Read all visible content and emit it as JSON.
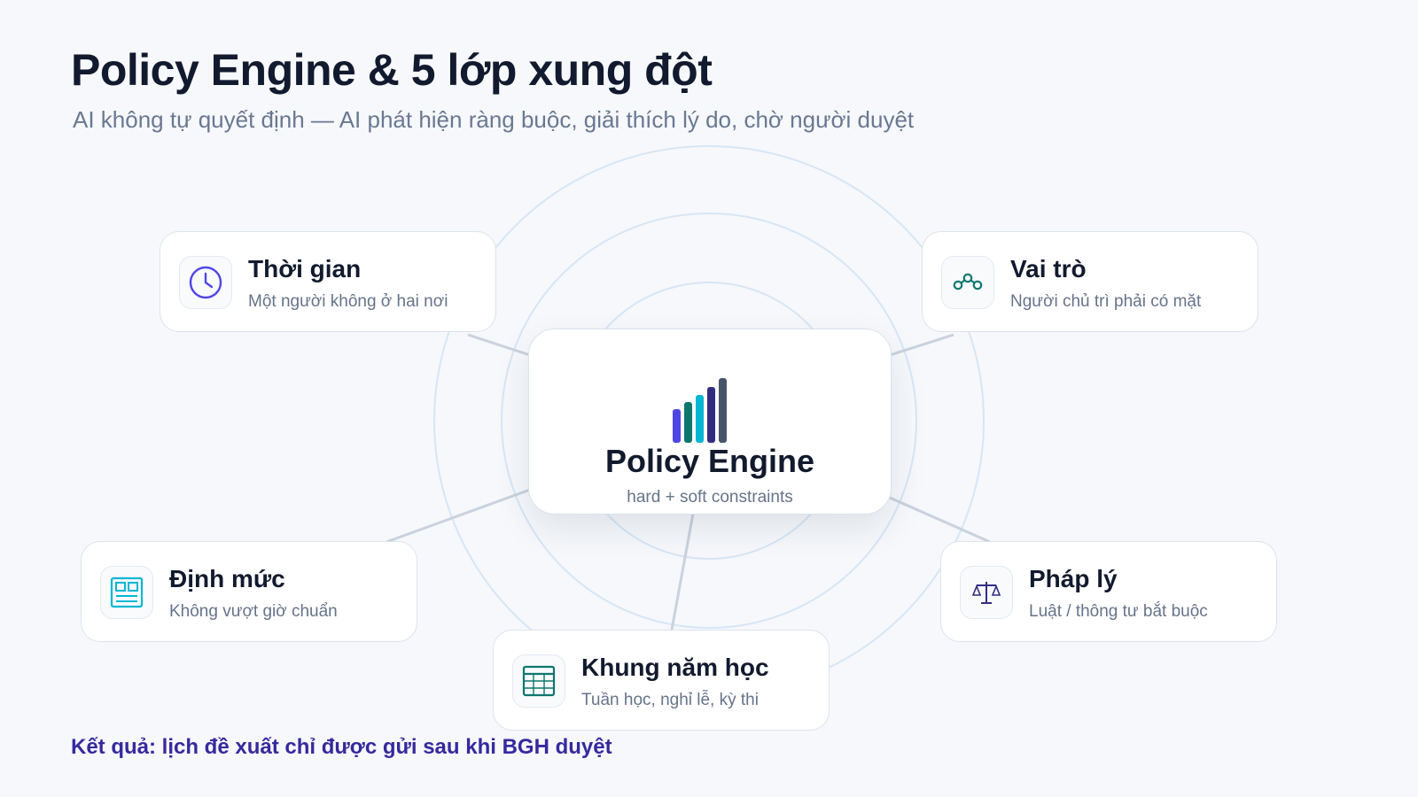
{
  "header": {
    "title": "Policy Engine & 5 lớp xung đột",
    "subtitle": "AI không tự quyết định — AI phát hiện ràng buộc, giải thích lý do, chờ người duyệt"
  },
  "engine": {
    "title": "Policy Engine",
    "subtitle": "hard + soft constraints",
    "icon": "bar-chart-icon",
    "bar_colors": [
      "#4f46e5",
      "#0f766e",
      "#06b6d4",
      "#312e81",
      "#475569"
    ]
  },
  "layers": [
    {
      "id": "time",
      "title": "Thời gian",
      "subtitle": "Một người không ở hai nơi",
      "icon": "clock-icon",
      "color": "#4f46e5"
    },
    {
      "id": "role",
      "title": "Vai trò",
      "subtitle": "Người chủ trì phải có mặt",
      "icon": "people-network-icon",
      "color": "#0f766e"
    },
    {
      "id": "quota",
      "title": "Định mức",
      "subtitle": "Không vượt giờ chuẩn",
      "icon": "dashboard-icon",
      "color": "#06b6d4"
    },
    {
      "id": "calendar",
      "title": "Khung năm học",
      "subtitle": "Tuần học, nghỉ lễ, kỳ thi",
      "icon": "calendar-grid-icon",
      "color": "#0f766e"
    },
    {
      "id": "legal",
      "title": "Pháp lý",
      "subtitle": "Luật / thông tư bắt buộc",
      "icon": "scales-icon",
      "color": "#312e81"
    }
  ],
  "footer": {
    "result": "Kết quả: lịch đề xuất chỉ được gửi sau khi BGH duyệt"
  },
  "colors": {
    "title": "#111a2e",
    "subtitle": "#6a7892",
    "result": "#36299e",
    "ring": "#d6e6f6",
    "connector": "#c9d2de"
  }
}
